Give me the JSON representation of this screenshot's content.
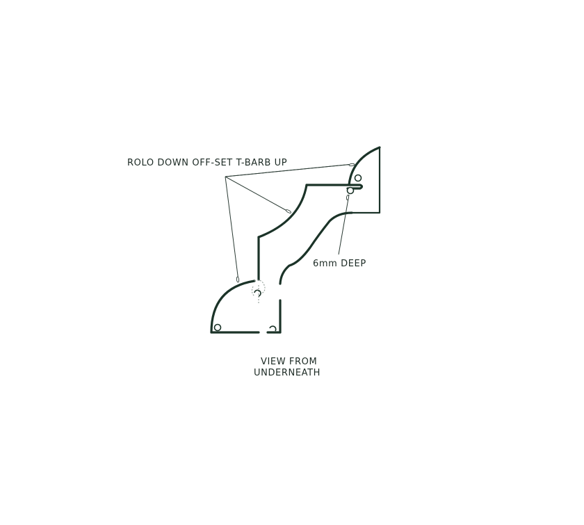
{
  "diagram": {
    "type": "technical-drawing",
    "annotations": {
      "rolo_label": "ROLO DOWN OFF-SET T-BARB UP",
      "depth_label": "6mm DEEP",
      "view_label_line1": "VIEW FROM",
      "view_label_line2": "UNDERNEATH"
    },
    "colors": {
      "line": "#1b3328",
      "background": "#ffffff",
      "text": "#1c2a24"
    },
    "parts": [
      {
        "name": "upper-right-quarter-round-bracket",
        "holes": 1
      },
      {
        "name": "lower-left-quarter-round-bracket",
        "holes": 3
      },
      {
        "name": "s-curve-channel"
      }
    ]
  }
}
